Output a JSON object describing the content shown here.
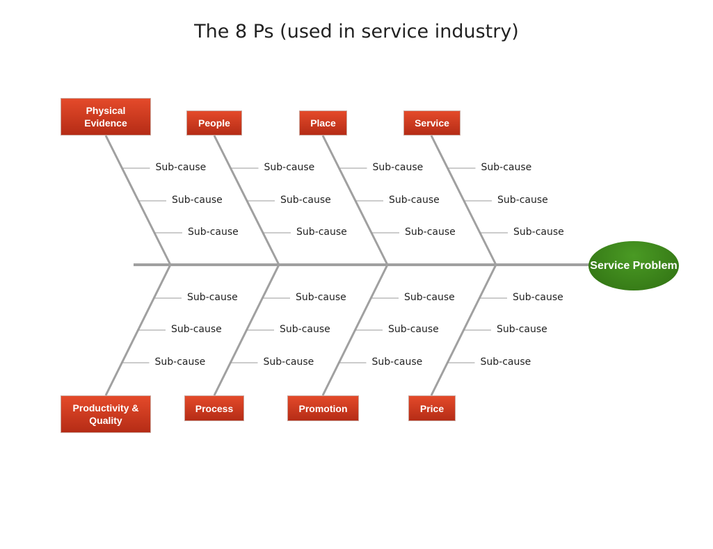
{
  "title": "The 8 Ps (used in service industry)",
  "effect": "Service Problem",
  "colors": {
    "cause_box": "#d23a1e",
    "effect": "#3d8519",
    "bones": "#a0a0a0"
  },
  "top_causes": [
    {
      "label": "Physical Evidence",
      "subcauses": [
        "Sub-cause",
        "Sub-cause",
        "Sub-cause"
      ]
    },
    {
      "label": "People",
      "subcauses": [
        "Sub-cause",
        "Sub-cause",
        "Sub-cause"
      ]
    },
    {
      "label": "Place",
      "subcauses": [
        "Sub-cause",
        "Sub-cause",
        "Sub-cause"
      ]
    },
    {
      "label": "Service",
      "subcauses": [
        "Sub-cause",
        "Sub-cause",
        "Sub-cause"
      ]
    }
  ],
  "bottom_causes": [
    {
      "label": "Productivity & Quality",
      "subcauses": [
        "Sub-cause",
        "Sub-cause",
        "Sub-cause"
      ]
    },
    {
      "label": "Process",
      "subcauses": [
        "Sub-cause",
        "Sub-cause",
        "Sub-cause"
      ]
    },
    {
      "label": "Promotion",
      "subcauses": [
        "Sub-cause",
        "Sub-cause",
        "Sub-cause"
      ]
    },
    {
      "label": "Price",
      "subcauses": [
        "Sub-cause",
        "Sub-cause",
        "Sub-cause"
      ]
    }
  ]
}
